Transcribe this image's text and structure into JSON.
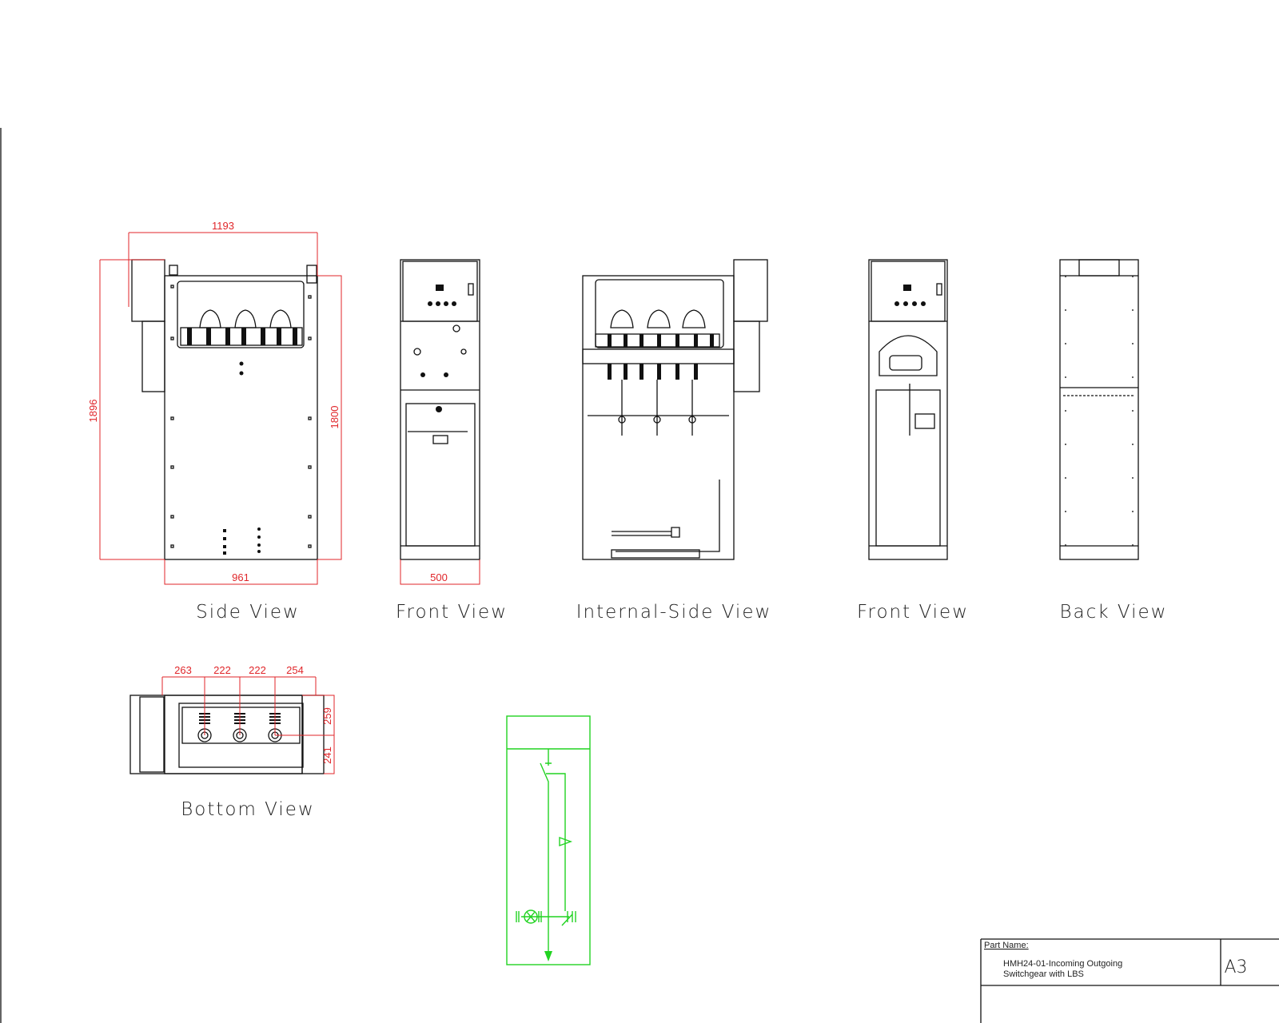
{
  "views": {
    "side": "Side View",
    "front1": "Front View",
    "internal_side": "Internal-Side View",
    "front2": "Front View",
    "back": "Back View",
    "bottom": "Bottom View"
  },
  "dimensions": {
    "side_width_total": "1193",
    "side_height_total": "1896",
    "side_height_cabinet": "1800",
    "side_depth": "961",
    "front_width": "500",
    "bottom_spacing": [
      "263",
      "222",
      "222",
      "254"
    ],
    "bottom_depth_upper": "259",
    "bottom_depth_lower": "241"
  },
  "title_block": {
    "label": "Part Name:",
    "name_line1": "HMH24-01-Incoming Outgoing",
    "name_line2": "Switchgear with LBS",
    "sheet_size": "A3"
  },
  "colors": {
    "dimension": "#e0262a",
    "schematic": "#21d321",
    "outline": "#111111"
  }
}
